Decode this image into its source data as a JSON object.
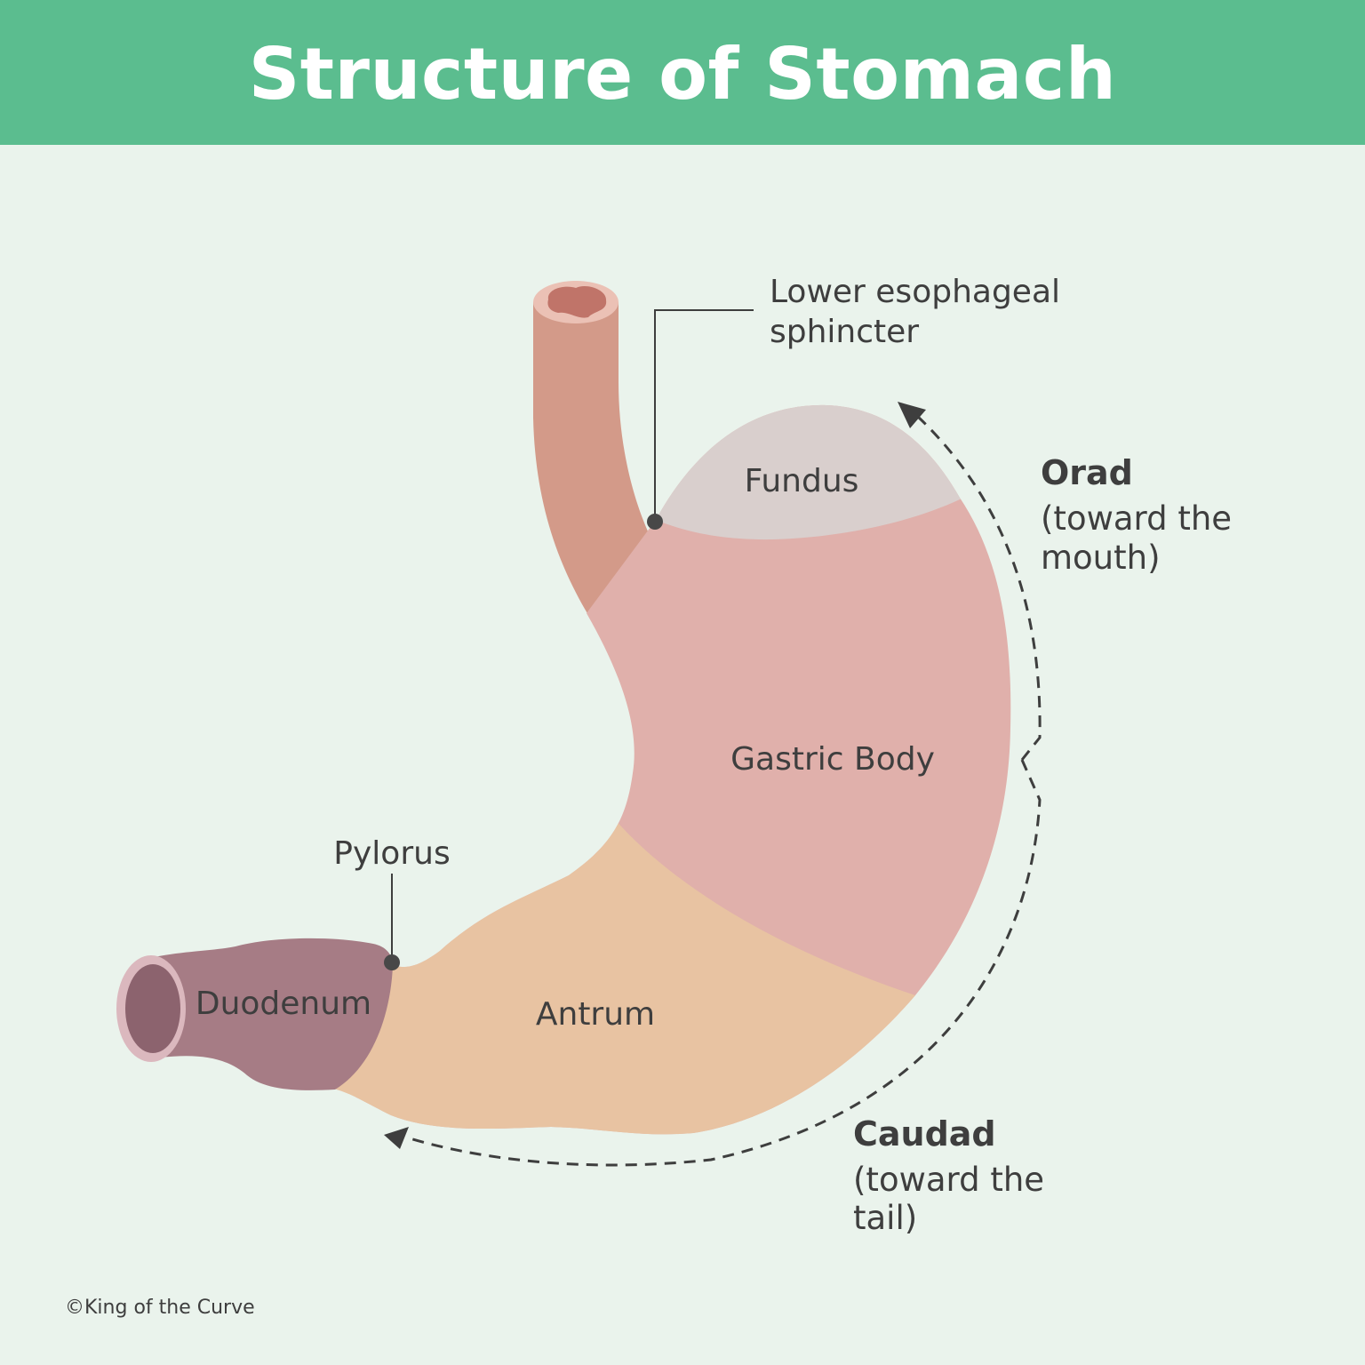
{
  "title": "Structure of Stomach",
  "regions": {
    "fundus": "Fundus",
    "gastric_body": "Gastric Body",
    "antrum": "Antrum",
    "duodenum": "Duodenum"
  },
  "callouts": {
    "les_line1": "Lower esophageal",
    "les_line2": "sphincter",
    "pylorus": "Pylorus"
  },
  "directions": {
    "orad": {
      "title": "Orad",
      "line1": "(toward the",
      "line2": "mouth)"
    },
    "caudad": {
      "title": "Caudad",
      "line1": "(toward the",
      "line2": "tail)"
    }
  },
  "copyright": "©King of the Curve",
  "colors": {
    "header": "#5bbd8f",
    "background": "#eaf3ec",
    "esophagus": "#d39a89",
    "fundus": "#d9cfcd",
    "gastric_body": "#e0b0ab",
    "antrum": "#e8c3a2",
    "duodenum": "#a67c85",
    "text": "#3e3e3e"
  }
}
